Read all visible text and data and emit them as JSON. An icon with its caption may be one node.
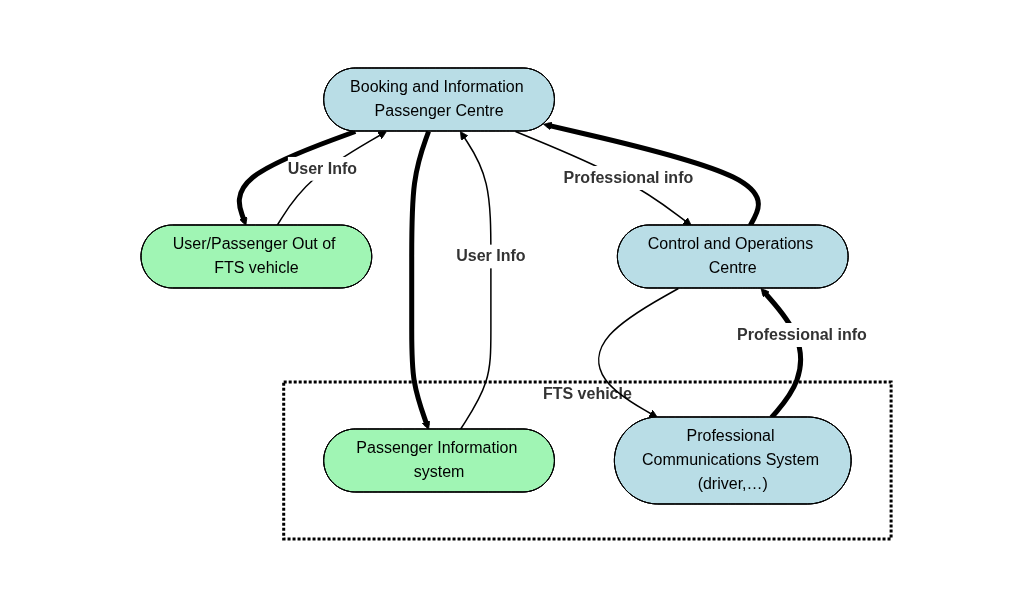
{
  "diagram": {
    "nodes": [
      {
        "text": [
          "Booking and Information Passenger Centre"
        ]
      },
      {
        "text": [
          "User/Passenger Out of FTS vehicle"
        ]
      },
      {
        "text": [
          "Control and Operations Centre"
        ]
      },
      {
        "text": [
          "FTS vehicle"
        ]
      },
      {
        "text": [
          "Passenger Information system"
        ],
        "in": 3
      },
      {
        "text": [
          "Professional Communications System (driver,…)"
        ],
        "in": 3
      }
    ],
    "edges": [
      {
        "from": 1,
        "to": 0,
        "arrow": "to",
        "label": "User Info"
      },
      {
        "from": 0,
        "to": 1,
        "arrow": "to",
        "style": "thick"
      },
      {
        "from": 4,
        "to": 0,
        "arrow": "to",
        "label": "User Info"
      },
      {
        "from": 0,
        "to": 4,
        "arrow": "to",
        "style": "thick"
      },
      {
        "from": 0,
        "to": 2,
        "arrow": "to",
        "label": "Professional info"
      },
      {
        "from": 2,
        "to": 0,
        "arrow": "to",
        "style": "thick"
      },
      {
        "from": 2,
        "to": 5,
        "arrow": "to"
      },
      {
        "from": 5,
        "to": 2,
        "arrow": "to",
        "style": "thick",
        "label": "Professional info"
      }
    ]
  }
}
